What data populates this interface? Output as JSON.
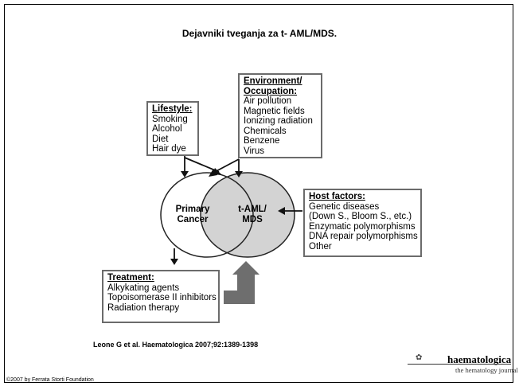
{
  "title": "Dejavniki tveganja za t- AML/MDS.",
  "lifestyle": {
    "heading": "Lifestyle:",
    "items": [
      "Smoking",
      "Alcohol",
      "Diet",
      "Hair dye"
    ]
  },
  "environment": {
    "heading_line1": "Environment/",
    "heading_line2": "Occupation:",
    "items": [
      "Air pollution",
      "Magnetic fields",
      "Ionizing radiation",
      "Chemicals",
      "Benzene",
      "Virus"
    ]
  },
  "host_factors": {
    "heading": "Host factors:",
    "items": [
      "Genetic diseases",
      "(Down S., Bloom S., etc.)",
      "Enzymatic polymorphisms",
      "DNA repair polymorphisms",
      "Other"
    ]
  },
  "treatment": {
    "heading": "Treatment:",
    "items": [
      "Alkykating agents",
      "Topoisomerase II inhibitors",
      "Radiation therapy"
    ]
  },
  "circles": {
    "primary_line1": "Primary",
    "primary_line2": "Cancer",
    "taml_line1": "t-AML/",
    "taml_line2": "MDS"
  },
  "citation": "Leone G et al. Haematologica 2007;92:1389-1398",
  "copyright": "©2007 by Ferrata Storti Foundation",
  "journal": {
    "name": "haematologica",
    "subtitle": "the hematology journal"
  },
  "colors": {
    "circle_fill": "#d3d3d3",
    "arrow_fill": "#6e6e6e",
    "box_border": "#6b6b6b"
  }
}
